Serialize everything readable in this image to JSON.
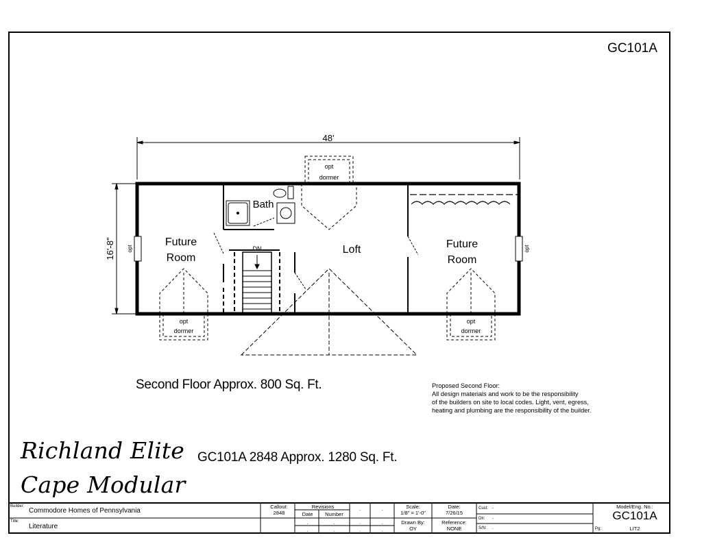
{
  "sheet": {
    "code_top_right": "GC101A"
  },
  "plan": {
    "overall_width": "48'",
    "overall_depth": "16'-8\"",
    "rooms": {
      "left_room_line1": "Future",
      "left_room_line2": "Room",
      "right_room_line1": "Future",
      "right_room_line2": "Room",
      "loft": "Loft",
      "bath": "Bath",
      "stair_down": "DN"
    },
    "dormers": {
      "top_line1": "opt",
      "top_line2": "dormer",
      "bottom_left_line1": "opt",
      "bottom_left_line2": "dormer",
      "bottom_right_line1": "opt",
      "bottom_right_line2": "dormer"
    },
    "left_window": "opt",
    "right_window": "opt"
  },
  "floor_caption": "Second Floor Approx. 800 Sq. Ft.",
  "notes": [
    "Proposed Second Floor:",
    "All design materials and work to be the responsibility",
    "of the builders on site to local codes.  Light, vent, egress,",
    "heating and plumbing are the responsibility of the builder."
  ],
  "brand": {
    "line1": "Richland Elite",
    "line2": "Cape Modular"
  },
  "model_summary": "GC101A 2848  Approx. 1280 Sq. Ft.",
  "title_block": {
    "builder_label": "Builder:",
    "builder_value": "Commodore Homes of Pennsylvania",
    "title_label": "Title:",
    "title_value": "Literature",
    "callout_label": "Callout:",
    "callout_value": "2848",
    "revisions_label": "Revisions",
    "date_label": "Date",
    "number_label": "Number",
    "dot": ".",
    "scale_label": "Scale:",
    "scale_value": "1/8\" = 1'-0\"",
    "date2_label": "Date:",
    "date2_value": "7/26/15",
    "drawn_label": "Drawn By:",
    "drawn_value": "OY",
    "reference_label": "Reference:",
    "reference_value": "NONE",
    "cust_label": "Cust:",
    "cust_value": "-",
    "dlr_label": "Dlr:",
    "dlr_value": "-",
    "sn_label": "S/N:",
    "sn_value": ".",
    "model_label": "Model/Eng. No.:",
    "model_value": "GC101A",
    "pg_label": "Pg:",
    "pg_value": "LIT2"
  }
}
